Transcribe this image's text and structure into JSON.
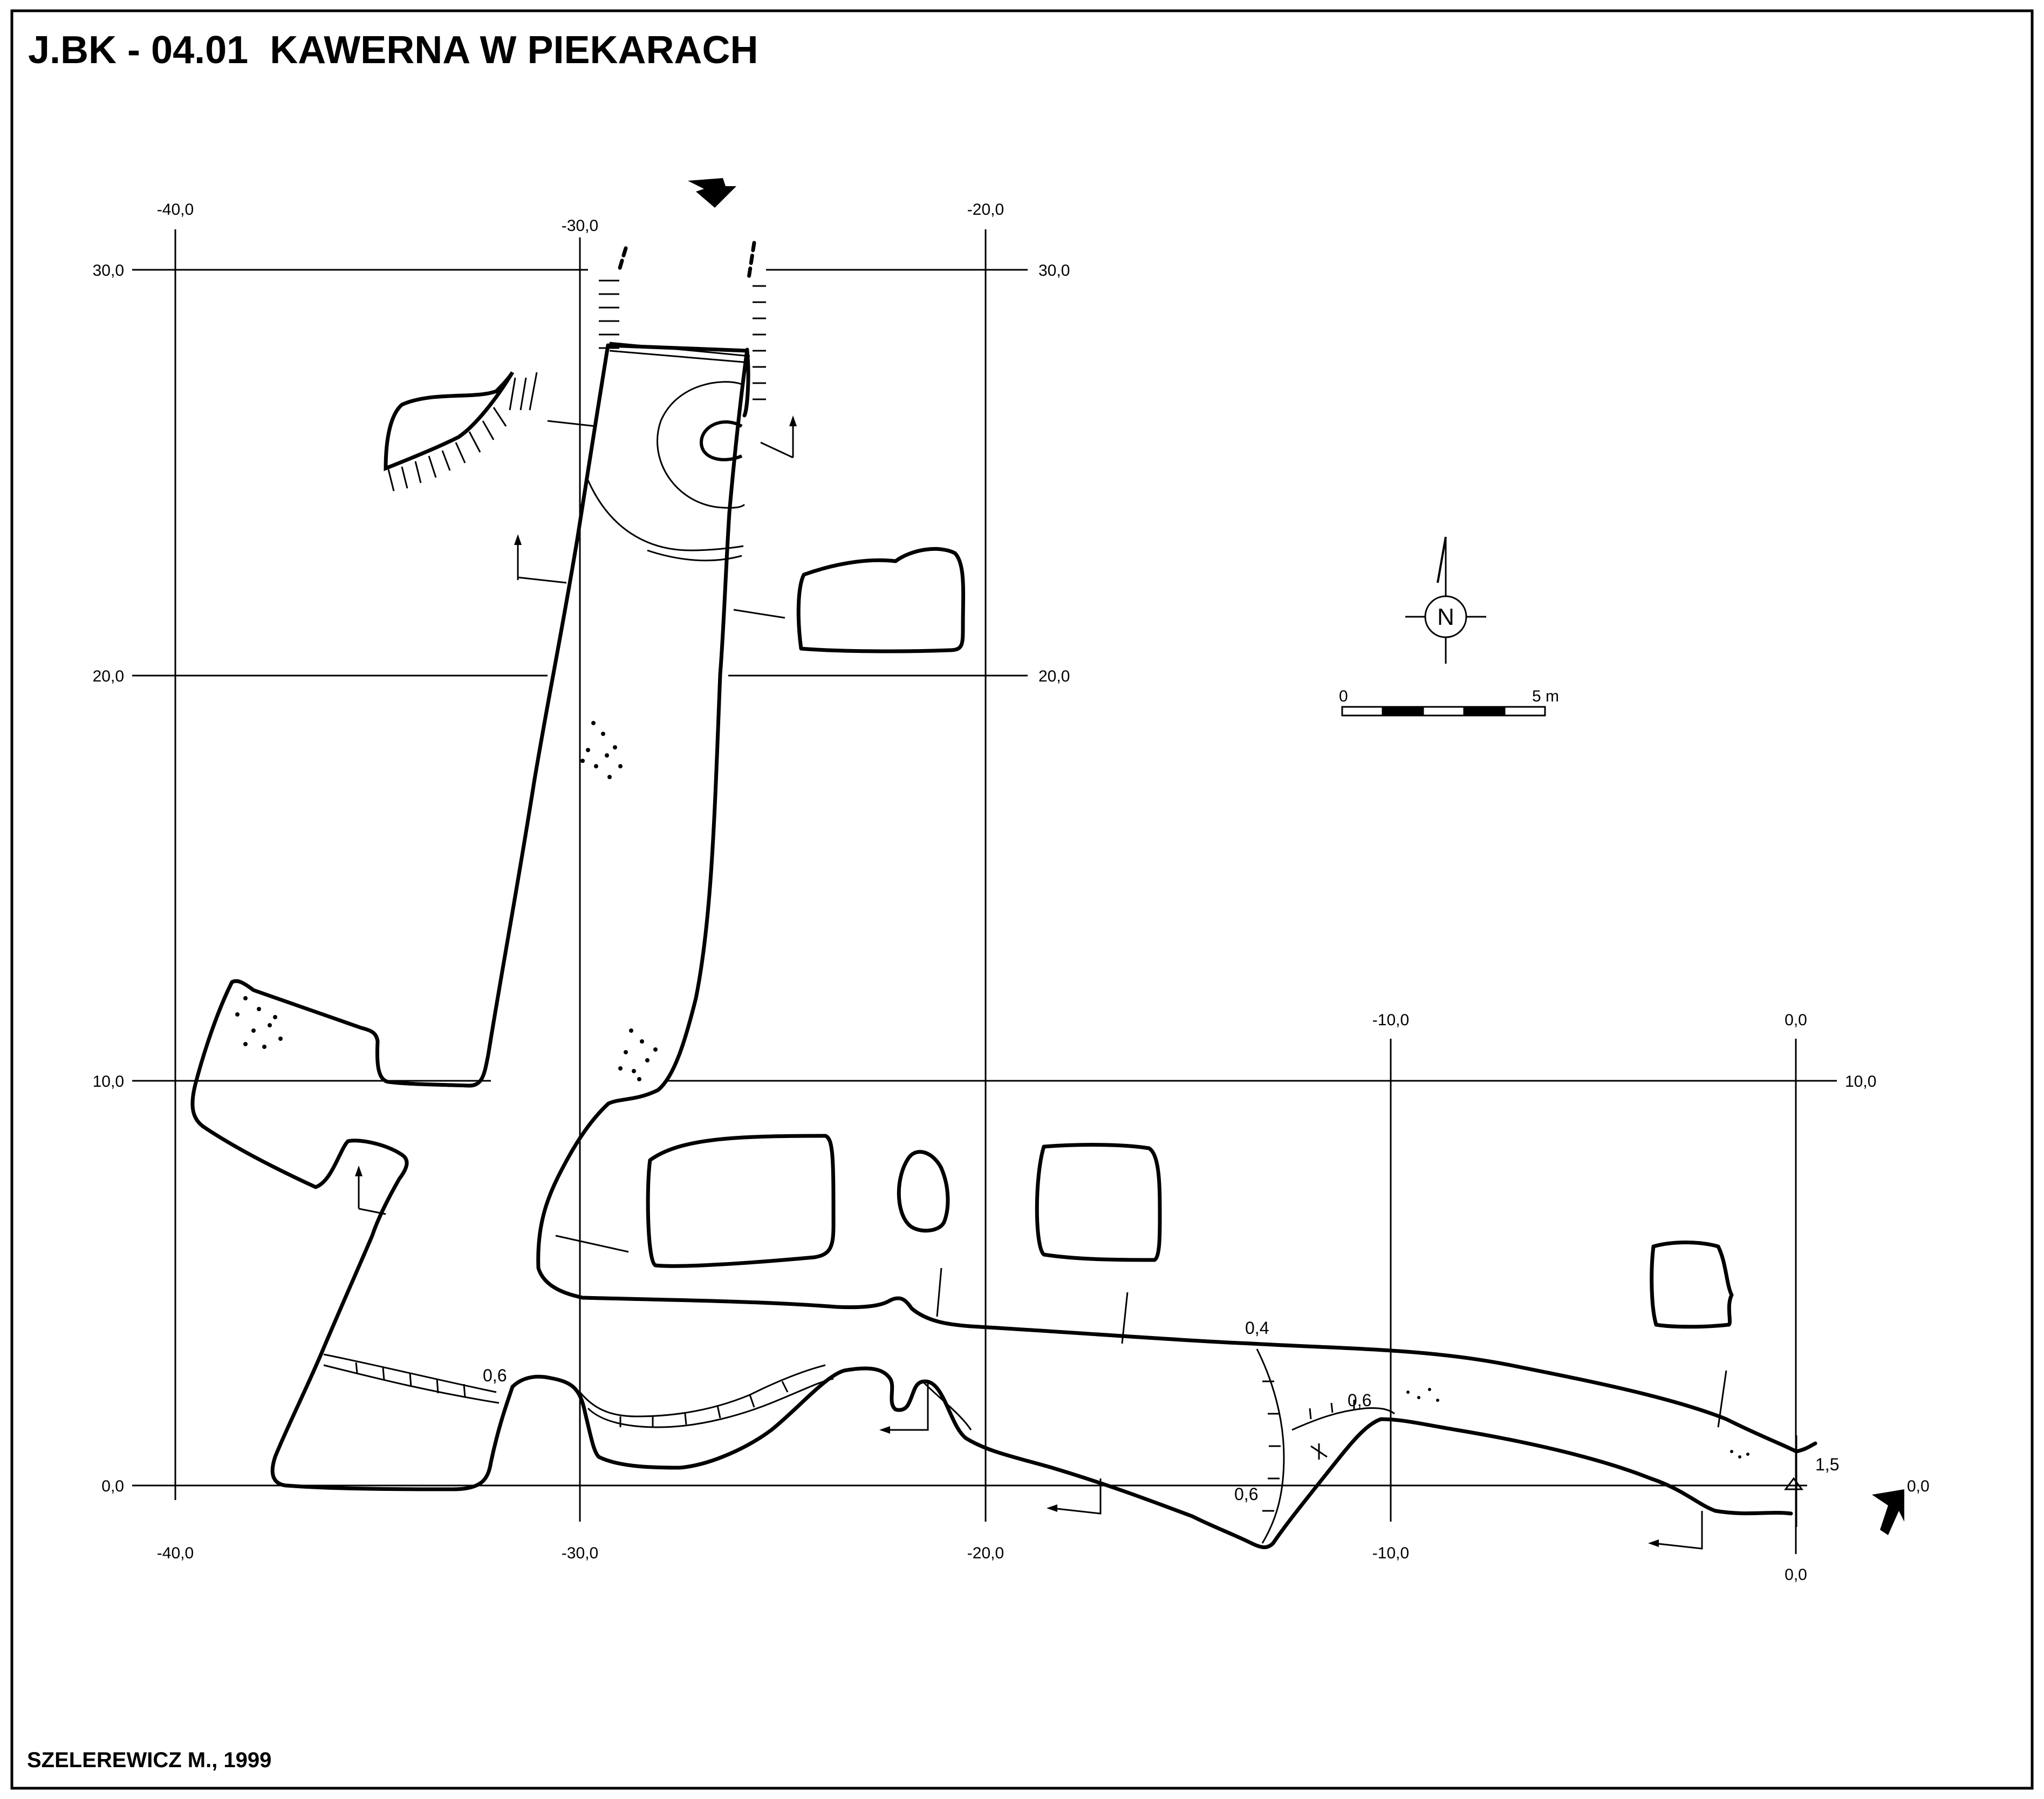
{
  "title": "J.BK - 04.01  KAWERNA W PIEKARACH",
  "author": "SZELEREWICZ M., 1999",
  "grid": {
    "x_ticks": [
      "-40,0",
      "-30,0",
      "-20,0",
      "-10,0",
      "0,0"
    ],
    "y_ticks": [
      "0,0",
      "10,0",
      "20,0",
      "30,0"
    ]
  },
  "north_label": "N",
  "scale_bar": {
    "start": "0",
    "end": "5 m"
  },
  "depth_labels": [
    "0,6",
    "0,4",
    "0,6",
    "0,6",
    "1,5"
  ],
  "colors": {
    "ink": "#000000",
    "paper": "#ffffff"
  }
}
